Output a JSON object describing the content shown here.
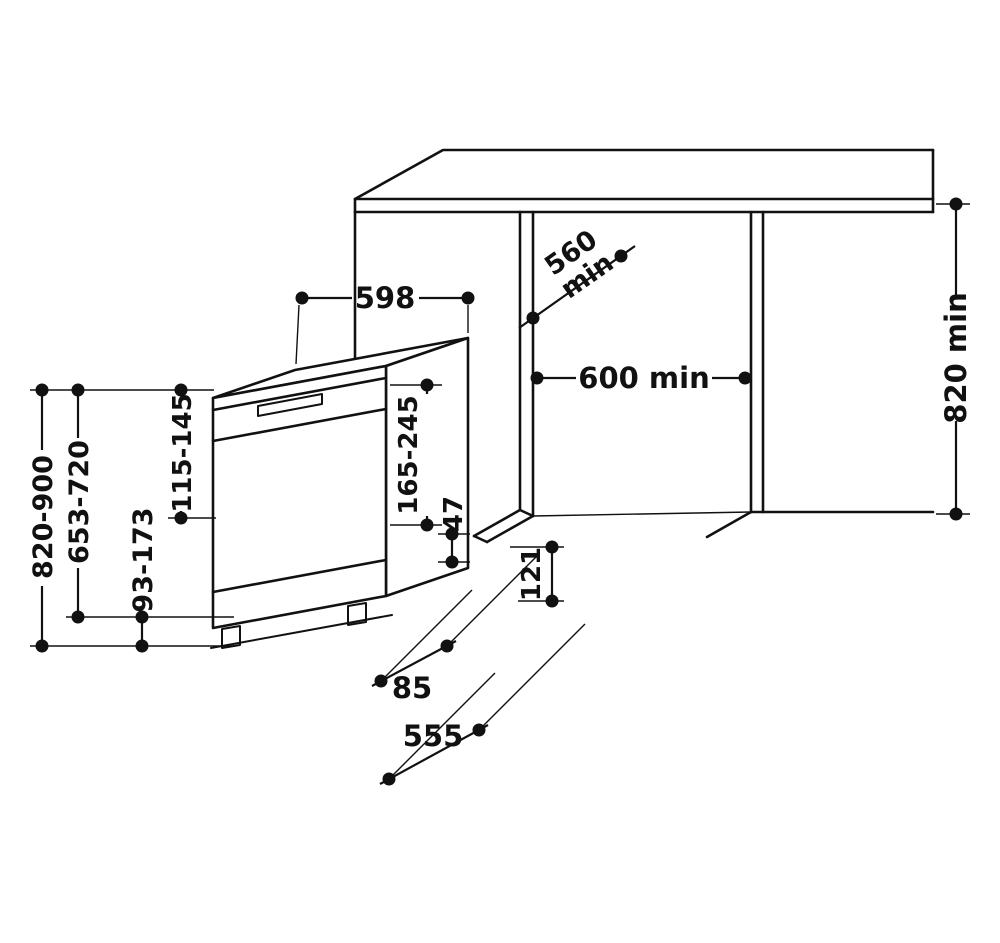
{
  "figure": {
    "kind": "built-in dishwasher installation dimension drawing",
    "line_color": "#111111",
    "background": "#ffffff"
  },
  "dims": {
    "w598": "598",
    "d560": "560",
    "d560_unit": "min",
    "w600": "600 min",
    "h820min": "820 min",
    "h820_900": "820-900",
    "h653_720": "653-720",
    "h93_173": "93-173",
    "h115_145": "115-145",
    "h165_245": "165-245",
    "d47": "47",
    "d121": "121",
    "d85": "85",
    "d555": "555"
  }
}
